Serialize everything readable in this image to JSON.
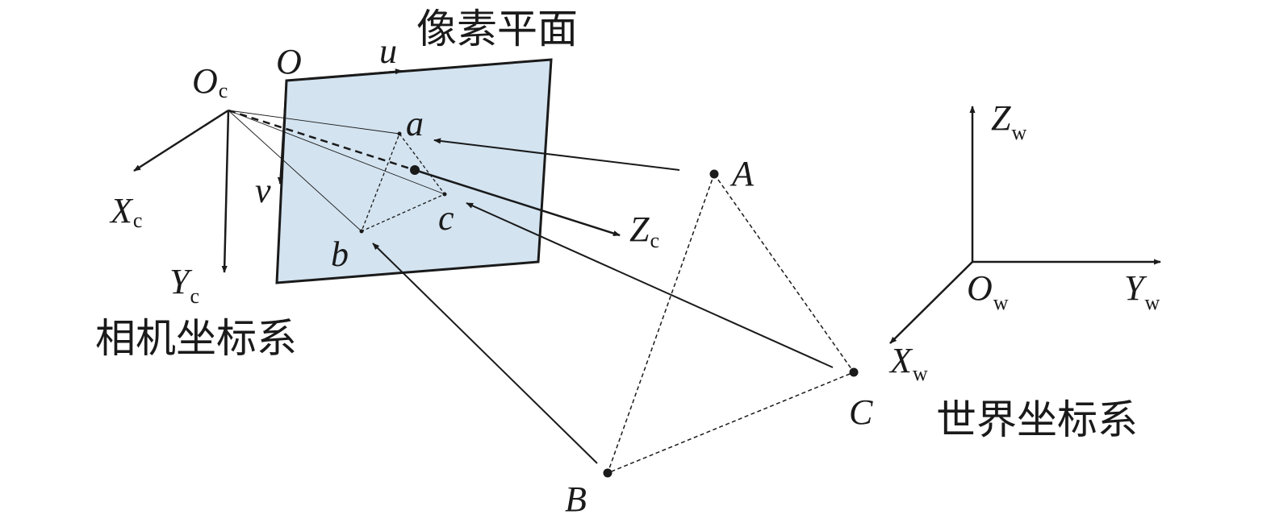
{
  "camera_system": {
    "title": "相机坐标系",
    "origin": "O",
    "origin_sub": "c",
    "x_axis": "X",
    "x_sub": "c",
    "y_axis": "Y",
    "y_sub": "c",
    "z_axis": "Z",
    "z_sub": "c"
  },
  "pixel_plane": {
    "title": "像素平面",
    "origin": "O",
    "u_axis": "u",
    "v_axis": "v",
    "fill_color": "#d3e3f0"
  },
  "image_points": {
    "a": "a",
    "b": "b",
    "c": "c"
  },
  "world_points": {
    "A": "A",
    "B": "B",
    "C": "C"
  },
  "world_system": {
    "title": "世界坐标系",
    "origin": "O",
    "origin_sub": "w",
    "x_axis": "X",
    "x_sub": "w",
    "y_axis": "Y",
    "y_sub": "w",
    "z_axis": "Z",
    "z_sub": "w"
  },
  "colors": {
    "stroke": "#1a1a1a"
  }
}
